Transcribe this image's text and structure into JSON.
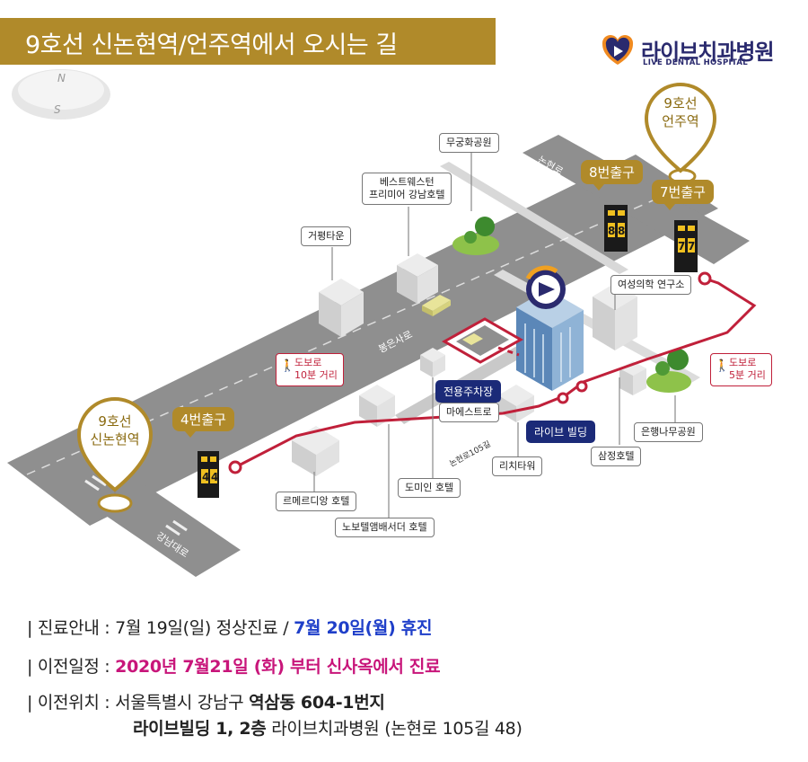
{
  "title": "9호선 신논현역/언주역에서 오시는 길",
  "logo": {
    "name": "라이브치과병원",
    "sub": "LIVE DENTAL HOSPITAL"
  },
  "compass": {
    "n": "N",
    "s": "S"
  },
  "stations": {
    "sinnonhyeon": {
      "line1": "9호선",
      "line2": "신논현역"
    },
    "eonju": {
      "line1": "9호선",
      "line2": "언주역"
    }
  },
  "exits": {
    "exit4": "4번출구",
    "exit8": "8번출구",
    "exit7": "7번출구"
  },
  "exit_post_numbers": {
    "p4": "4",
    "p8": "8",
    "p7": "7"
  },
  "roads": {
    "bongeunsa": "봉은사로",
    "nonhyeon": "논현로",
    "gangnam": "강남대로",
    "nonhyeon105": "논현로105길"
  },
  "landmarks": {
    "mugunghwa": "무궁화공원",
    "bestwestern_1": "베스트웨스턴",
    "bestwestern_2": "프리미어 강남호텔",
    "geopyeong": "거평타운",
    "yeoseong": "여성의학 연구소",
    "maestro": "마에스트로",
    "richtower": "리치타워",
    "samjeong": "삼정호텔",
    "eunhaeng": "은행나무공원",
    "lemeridien": "르메르디앙 호텔",
    "dormy": "도미인 호텔",
    "novotel": "노보텔앰배서더 호텔"
  },
  "badges": {
    "parking": "전용주차장",
    "live_building": "라이브 빌딩"
  },
  "walks": {
    "w10": {
      "line1": "도보로",
      "line2": "10분 거리"
    },
    "w5": {
      "line1": "도보로",
      "line2": "5분 거리"
    }
  },
  "info": {
    "row1": {
      "label": "| 진료안내 : ",
      "normal": "7월 19일(일) 정상진료 / ",
      "highlight": "7월 20일(월) 휴진"
    },
    "row2": {
      "label": "| 이전일정 : ",
      "highlight": "2020년 7월21일 (화) 부터 신사옥에서 진료"
    },
    "row3": {
      "label": "| 이전위치 : ",
      "normal": "서울특별시 강남구 ",
      "bold": "역삼동 604-1번지"
    },
    "row4": {
      "bold": "라이브빌딩 1, 2층",
      "normal": " 라이브치과병원 (논현로 105길 48)"
    }
  },
  "colors": {
    "gold": "#b08a2a",
    "road": "#8f8f8f",
    "route": "#c0203a",
    "navy": "#1b2a78",
    "info_blue": "#1f3fc9",
    "info_pink": "#c8157a"
  }
}
